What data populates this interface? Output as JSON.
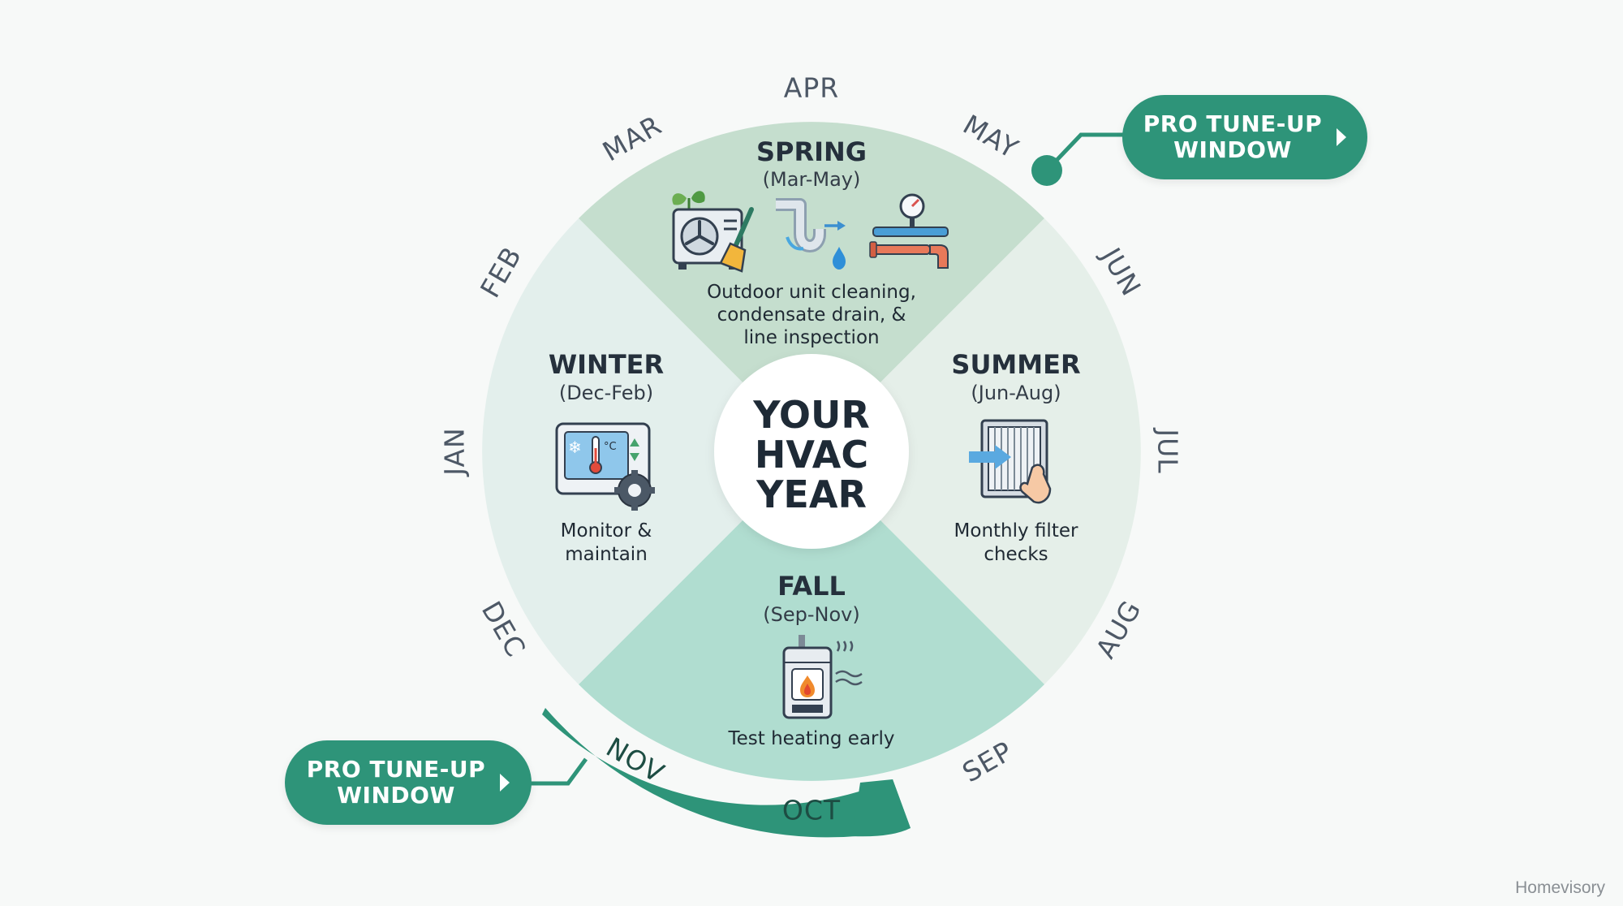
{
  "center": {
    "line1": "YOUR",
    "line2": "HVAC",
    "line3": "YEAR"
  },
  "months": [
    "JAN",
    "FEB",
    "MAR",
    "APR",
    "MAY",
    "JUN",
    "JUL",
    "AUG",
    "SEP",
    "OCT",
    "NOV",
    "DEC"
  ],
  "seasons": {
    "spring": {
      "title": "SPRING",
      "range": "(Mar-May)",
      "desc": [
        "Outdoor unit cleaning,",
        "condensate drain, &",
        "line inspection"
      ]
    },
    "summer": {
      "title": "SUMMER",
      "range": "(Jun-Aug)",
      "desc": [
        "Monthly filter",
        "checks"
      ]
    },
    "fall": {
      "title": "FALL",
      "range": "(Sep-Nov)",
      "desc": [
        "Test heating early"
      ]
    },
    "winter": {
      "title": "WINTER",
      "range": "(Dec-Feb)",
      "desc": [
        "Monitor &",
        "maintain"
      ]
    }
  },
  "callouts": {
    "spring": {
      "line1": "PRO TUNE-UP",
      "line2": "WINDOW"
    },
    "fall": {
      "line1": "PRO TUNE-UP",
      "line2": "WINDOW"
    }
  },
  "brand": "Homevisory",
  "colors": {
    "spring": "#c5dece",
    "summer": "#e5efe9",
    "fall": "#b0ddd0",
    "winter": "#e3efec",
    "accent": "#2e9479"
  },
  "icons": {
    "spring": [
      "outdoor-unit-brush-icon",
      "condensate-drain-icon",
      "pressure-gauge-pipes-icon"
    ],
    "summer": [
      "air-filter-hand-icon"
    ],
    "fall": [
      "water-heater-flame-icon"
    ],
    "winter": [
      "thermostat-gear-icon"
    ]
  }
}
